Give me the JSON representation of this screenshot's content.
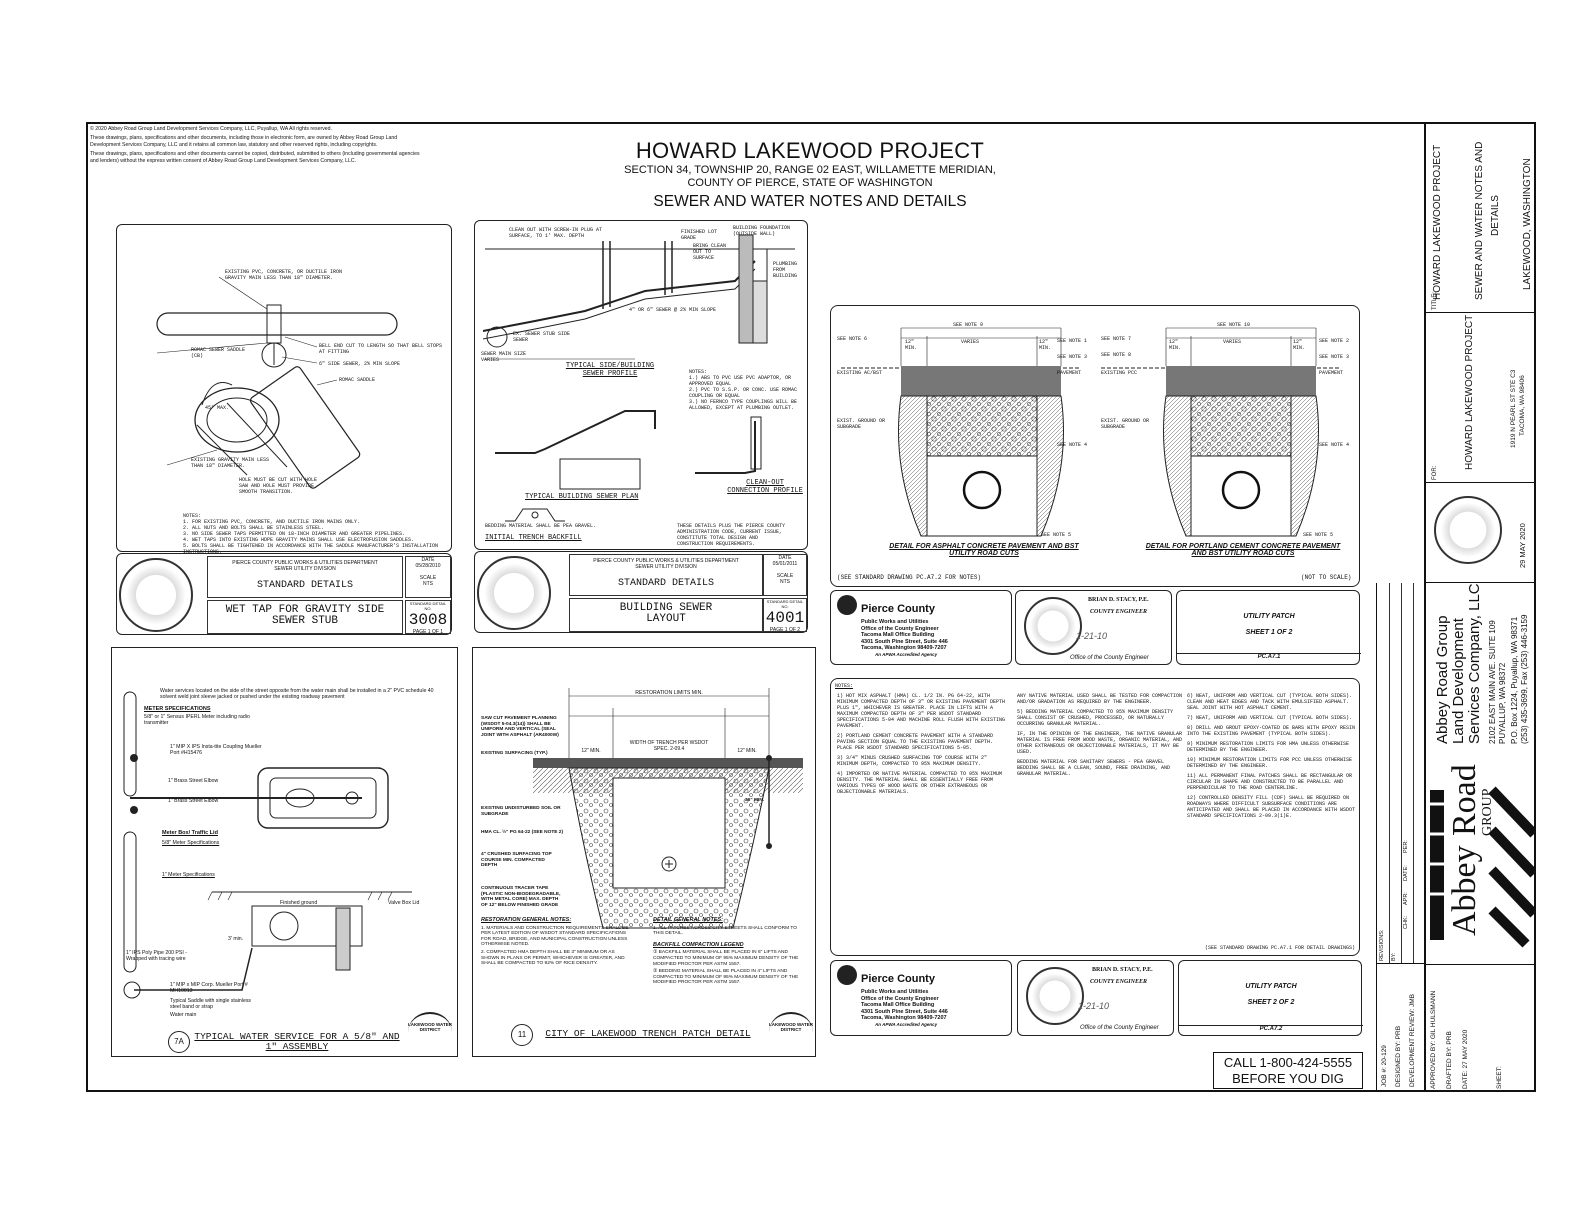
{
  "copyright": {
    "line1": "© 2020 Abbey Road Group Land Development Services Company, LLC, Puyallup, WA All rights reserved.",
    "line2": "These drawings, plans, specifications and other documents, including those in electronic form, are owned by Abbey Road Group Land Development Services Company, LLC and it retains all common law, statutory and other reserved rights, including copyrights.",
    "line3": "These drawings, plans, specifications and other documents cannot be copied, distributed, submitted to others (including governmental agencies and lenders) without the express written consent of Abbey Road Group Land Development Services Company, LLC."
  },
  "header": {
    "project": "HOWARD LAKEWOOD PROJECT",
    "location1": "SECTION 34, TOWNSHIP 20, RANGE 02 EAST, WILLAMETTE MERIDIAN,",
    "location2": "COUNTY OF PIERCE, STATE OF WASHINGTON",
    "sheet_title": "SEWER AND WATER NOTES AND DETAILS"
  },
  "detail_3008": {
    "agency1": "PIERCE COUNTY PUBLIC WORKS & UTILITIES DEPARTMENT",
    "agency2": "SEWER UTILITY DIVISION",
    "heading": "STANDARD DETAILS",
    "title": "WET TAP FOR GRAVITY SIDE SEWER STUB",
    "number": "3008",
    "page": "PAGE 1 OF 1",
    "date_label": "DATE",
    "date": "05/28/2010",
    "scale_label": "SCALE",
    "scale": "NTS",
    "std_label": "STANDARD DETAIL NO.",
    "note1": "EXISTING PVC, CONCRETE, OR DUCTILE IRON GRAVITY MAIN LESS THAN 18\" DIAMETER.",
    "note2": "ROMAC SEWER SADDLE (CB)",
    "note3": "BELL END CUT TO LENGTH SO THAT BELL STOPS AT FITTING",
    "note4": "6\" SIDE SEWER, 2% MIN SLOPE",
    "note5": "ROMAC SADDLE",
    "note6": "45° MAX.",
    "note7": "EXISTING GRAVITY MAIN LESS THAN 18\" DIAMETER.",
    "note8": "HOLE MUST BE CUT WITH HOLE SAW AND HOLE MUST PROVIDE SMOOTH TRANSITION.",
    "notes_heading": "NOTES:",
    "notes": [
      "1. FOR EXISTING PVC, CONCRETE, AND DUCTILE IRON MAINS ONLY.",
      "2. ALL NUTS AND BOLTS SHALL BE STAINLESS STEEL.",
      "3. NO SIDE SEWER TAPS PERMITTED ON 18-INCH DIAMETER AND GREATER PIPELINES.",
      "4. WET TAPS INTO EXISTING HDPE GRAVITY MAINS SHALL USE ELECTROFUSION SADDLES.",
      "5. BOLTS SHALL BE TIGHTENED IN ACCORDANCE WITH THE SADDLE MANUFACTURER'S INSTALLATION INSTRUCTIONS."
    ]
  },
  "detail_4001": {
    "agency1": "PIERCE COUNTY PUBLIC WORKS & UTILITIES DEPARTMENT",
    "agency2": "SEWER UTILITY DIVISION",
    "heading": "STANDARD DETAILS",
    "title": "BUILDING SEWER LAYOUT",
    "number": "4001",
    "page": "PAGE 1 OF 2",
    "date_label": "DATE",
    "date": "05/01/2011",
    "scale_label": "SCALE",
    "scale": "NTS",
    "std_label": "STANDARD DETAIL NO.",
    "profile_title": "TYPICAL SIDE/BUILDING SEWER PROFILE",
    "plan_title": "TYPICAL BUILDING SEWER PLAN",
    "cleanout_title": "CLEAN-OUT CONNECTION PROFILE",
    "backfill_title": "INITIAL TRENCH BACKFILL",
    "backfill_text": "BEDDING MATERIAL SHALL BE PEA GRAVEL.",
    "footer_text": "THESE DETAILS PLUS THE PIERCE COUNTY ADMINISTRATION CODE, CURRENT ISSUE, CONSTITUTE TOTAL DESIGN AND CONSTRUCTION REQUIREMENTS.",
    "lbl_cleanout": "CLEAN OUT WITH SCREW-IN PLUG AT SURFACE, TO 1' MAX. DEPTH",
    "lbl_finished": "FINISHED LOT GRADE",
    "lbl_bring": "BRING CLEAN OUT TO SURFACE",
    "lbl_building": "BUILDING FOUNDATION (OUTSIDE WALL)",
    "lbl_plumbing": "PLUMBING FROM BUILDING",
    "lbl_slope": "4\" OR 6\" SEWER @ 2% MIN SLOPE",
    "lbl_sidesewer": "EX. SEWER STUB SIDE SEWER",
    "lbl_main": "SEWER MAIN SIZE VARIES",
    "notes_heading": "NOTES:",
    "notes": [
      "1.) ABS TO PVC USE PVC ADAPTOR, OR APPROVED EQUAL",
      "2.) PVC TO S.S.P. OR CONC. USE ROMAC COUPLING OR EQUAL",
      "3.) NO FERNCO TYPE COUPLINGS WILL BE ALLOWED, EXCEPT AT PLUMBING OUTLET."
    ]
  },
  "road_cuts": {
    "left_title": "DETAIL FOR ASPHALT CONCRETE PAVEMENT AND BST UTILITY ROAD CUTS",
    "right_title": "DETAIL FOR PORTLAND CEMENT CONCRETE PAVEMENT AND BST UTILITY ROAD CUTS",
    "see_std": "(SEE STANDARD DRAWING PC.A7.2 FOR NOTES)",
    "not_to_scale": "(NOT TO SCALE)",
    "lbl_note9": "SEE NOTE 9",
    "lbl_note10": "SEE NOTE 10",
    "lbl_varies": "VARIES",
    "lbl_12min": "12\" MIN.",
    "lbl_note6": "SEE NOTE 6",
    "lbl_note7": "SEE NOTE 7",
    "lbl_note8": "SEE NOTE 8",
    "lbl_note1": "SEE NOTE 1",
    "lbl_note2": "SEE NOTE 2",
    "lbl_note3": "SEE NOTE 3",
    "lbl_note4": "SEE NOTE 4",
    "lbl_note5": "SEE NOTE 5",
    "lbl_existing_acbst": "EXISTING AC/BST",
    "lbl_existing_pcc": "EXISTING PCC",
    "lbl_pavement": "PAVEMENT",
    "lbl_ground": "EXIST. GROUND OR SUBGRADE"
  },
  "pierce_block_1": {
    "org": "Pierce County",
    "dept1": "Public Works and Utilities",
    "dept2": "Office of the County Engineer",
    "dept3": "Tacoma Mall Office Building",
    "addr1": "4301 South Pine Street, Suite 446",
    "addr2": "Tacoma, Washington 98409-7207",
    "accred": "An APWA Accredited Agency",
    "engineer": "BRIAN D. STACY, P.E.",
    "engineer_title": "COUNTY ENGINEER",
    "office": "Office of the County Engineer",
    "sign_date": "1-21-10",
    "title": "UTILITY PATCH",
    "sheet": "SHEET 1 OF 2",
    "code": "PC.A7.1"
  },
  "pierce_block_2": {
    "org": "Pierce County",
    "dept1": "Public Works and Utilities",
    "dept2": "Office of the County Engineer",
    "dept3": "Tacoma Mall Office Building",
    "addr1": "4301 South Pine Street, Suite 446",
    "addr2": "Tacoma, Washington 98409-7207",
    "accred": "An APWA Accredited Agency",
    "engineer": "BRIAN D. STACY, P.E.",
    "engineer_title": "COUNTY ENGINEER",
    "office": "Office of the County Engineer",
    "sign_date": "1-21-10",
    "title": "UTILITY PATCH",
    "sheet": "SHEET 2 OF 2",
    "code": "PC.A7.2"
  },
  "patch_notes": {
    "heading": "NOTES:",
    "col1": [
      "1) HOT MIX ASPHALT (HMA) CL. 1/2 IN. PG 64-22, WITH MINIMUM COMPACTED DEPTH OF 3\" OR EXISTING PAVEMENT DEPTH PLUS 1\", WHICHEVER IS GREATER. PLACE IN LIFTS WITH A MAXIMUM COMPACTED DEPTH OF 3\" PER WSDOT STANDARD SPECIFICATIONS 5-04 AND MACHINE ROLL FLUSH WITH EXISTING PAVEMENT.",
      "2) PORTLAND CEMENT CONCRETE PAVEMENT WITH A STANDARD PAVING SECTION EQUAL TO THE EXISTING PAVEMENT DEPTH. PLACE PER WSDOT STANDARD SPECIFICATIONS 5-05.",
      "3) 3/4\" MINUS CRUSHED SURFACING TOP COURSE WITH 2\" MINIMUM DEPTH, COMPACTED TO 95% MAXIMUM DENSITY.",
      "4) IMPORTED OR NATIVE MATERIAL COMPACTED TO 95% MAXIMUM DENSITY. THE MATERIAL SHALL BE ESSENTIALLY FREE FROM VARIOUS TYPES OF WOOD WASTE OR OTHER EXTRANEOUS OR OBJECTIONABLE MATERIALS."
    ],
    "col2": [
      "ANY NATIVE MATERIAL USED SHALL BE TESTED FOR COMPACTION AND/OR GRADATION AS REQUIRED BY THE ENGINEER.",
      "5) BEDDING MATERIAL COMPACTED TO 95% MAXIMUM DENSITY SHALL CONSIST OF CRUSHED, PROCESSED, OR NATURALLY OCCURRING GRANULAR MATERIAL.",
      "IF, IN THE OPINION OF THE ENGINEER, THE NATIVE GRANULAR MATERIAL IS FREE FROM WOOD WASTE, ORGANIC MATERIAL, AND OTHER EXTRANEOUS OR OBJECTIONABLE MATERIALS, IT MAY BE USED.",
      "BEDDING MATERIAL FOR SANITARY SEWERS - PEA GRAVEL BEDDING SHALL BE A CLEAN, SOUND, FREE DRAINING, AND GRANULAR MATERIAL."
    ],
    "col3": [
      "6) NEAT, UNIFORM AND VERTICAL CUT (TYPICAL BOTH SIDES). CLEAN AND HEAT EDGES AND TACK WITH EMULSIFIED ASPHALT. SEAL JOINT WITH HOT ASPHALT CEMENT.",
      "7) NEAT, UNIFORM AND VERTICAL CUT (TYPICAL BOTH SIDES).",
      "8) DRILL AND GROUT EPOXY-COATED DE BARS WITH EPOXY RESIN INTO THE EXISTING PAVEMENT (TYPICAL BOTH SIDES).",
      "9) MINIMUM RESTORATION LIMITS FOR HMA UNLESS OTHERWISE DETERMINED BY THE ENGINEER.",
      "10) MINIMUM RESTORATION LIMITS FOR PCC UNLESS OTHERWISE DETERMINED BY THE ENGINEER.",
      "11) ALL PERMANENT FINAL PATCHES SHALL BE RECTANGULAR OR CIRCULAR IN SHAPE AND CONSTRUCTED TO BE PARALLEL AND PERPENDICULAR TO THE ROAD CENTERLINE.",
      "12) CONTROLLED DENSITY FILL (CDF) SHALL BE REQUIRED ON ROADWAYS WHERE DIFFICULT SUBSURFACE CONDITIONS ARE ANTICIPATED AND SHALL BE PLACED IN ACCORDANCE WITH WSDOT STANDARD SPECIFICATIONS 2-09.3(1)E."
    ],
    "see_std": "(SEE STANDARD DRAWING PC.A7.1 FOR DETAIL DRAWINGS)"
  },
  "water_service": {
    "number": "7A",
    "title": "TYPICAL WATER SERVICE FOR A 5/8\" AND 1\" ASSEMBLY",
    "intro": "Water services located on the side of the street opposite from the water main shall be installed in a 2\" PVC schedule 40 solvent weld joint sleeve jacked or pushed under the existing roadway pavement",
    "meter_heading": "METER SPECIFICATIONS",
    "meter_text": "5/8\" or 1\" Sensus IPERL Meter including radio transmitter",
    "lbl_setter": "1\" MIP X IPS Insta-tite Coupling Mueller Port #H15476",
    "lbl_elbow1": "1\" Brass Street Elbow",
    "lbl_elbow2": "1\" Brass Street Elbow",
    "lbl_box_heading": "Meter Box/ Traffic Lid",
    "lbl_58": "5/8\" Meter Specifications",
    "lbl_1in": "1\" Meter Specifications",
    "lbl_polypipe": "1\" IPS Poly Pipe 200 PSI - Wrapped with tracing wire",
    "lbl_corp": "1\" MIP x MIP Corp. Mueller Port # MH10013",
    "lbl_saddle": "Typical Saddle with single stainless steel band or strap",
    "lbl_watermain": "Water main",
    "lbl_finished": "Finished ground",
    "lbl_valvebox": "Valve Box Lid",
    "lbl_3min": "3' min.",
    "district": "LAKEWOOD WATER DISTRICT"
  },
  "trench_patch": {
    "number": "11",
    "title": "CITY OF LAKEWOOD TRENCH PATCH DETAIL",
    "lbl_restoration": "RESTORATION LIMITS MIN.",
    "lbl_width": "WIDTH OF TRENCH PER WSDOT SPEC. 2-09.4",
    "lbl_12min": "12\" MIN.",
    "lbl_sawcut": "SAW CUT PAVEMENT PLANNING (WSDOT 5-04.3(14)) SHALL BE UNIFORM AND VERTICAL (SEAL JOINT WITH ASPHALT (AR4000W)",
    "lbl_surfacing": "EXISTING SURFACING (TYP.)",
    "lbl_subgrade": "EXISTING UNDISTURBED SOIL OR SUBGRADE",
    "lbl_hma": "HMA CL. ½\" PG 64-22 (SEE NOTE 2)",
    "lbl_crushed": "4\" CRUSHED SURFACING TOP COURSE MIN. COMPACTED DEPTH",
    "lbl_tape": "CONTINUOUS TRACER TAPE (PLASTIC NON-BIODEGRADABLE, WITH METAL CORE) MAX. DEPTH OF 12\" BELOW FINISHED GRADE",
    "lbl_36min": "36\" MIN.",
    "rest_heading": "RESTORATION GENERAL NOTES:",
    "rest_notes": [
      "1. MATERIALS AND CONSTRUCTION REQUIREMENTS SHALL BE PER LATEST EDITION OF WSDOT STANDARD SPECIFICATIONS FOR ROAD, BRIDGE, AND MUNICIPAL CONSTRUCTION UNLESS OTHERWISE NOTED.",
      "2. COMPACTED HMA DEPTH SHALL BE 3\" MINIMUM OR AS SHOWN IN PLANS OR PERMIT, WHICHEVER IS GREATER, AND SHALL BE COMPACTED TO 92% OF RICE DENSITY."
    ],
    "detail_heading": "DETAIL GENERAL NOTES:",
    "detail_notes": [
      "1. ALL PATCHES ACROSS CITY STREETS SHALL CONFORM TO THIS DETAIL."
    ],
    "backfill_heading": "BACKFILL COMPACTION LEGEND",
    "backfill_notes": [
      "① BACKFILL MATERIAL SHALL BE PLACED IN 6\" LIFTS AND COMPACTED TO MINIMUM OF 95% MAXIMUM DENSITY OF THE MODIFIED PROCTOR PER ASTM 1557.",
      "② BEDDING MATERIAL SHALL BE PLACED IN 4\" LIFTS AND COMPACTED TO MINIMUM OF 95% MAXIMUM DENSITY OF THE MODIFIED PROCTOR PER ASTM 1557."
    ],
    "district": "LAKEWOOD WATER DISTRICT"
  },
  "call_box": {
    "line1": "CALL 1-800-424-5555",
    "line2": "BEFORE YOU DIG"
  },
  "title_block": {
    "title_label": "TITLE:",
    "title1": "HOWARD LAKEWOOD PROJECT",
    "title2": "SEWER AND WATER NOTES AND",
    "title3": "DETAILS",
    "title4": "LAKEWOOD, WASHINGTON",
    "for_label": "FOR:",
    "for1": "HOWARD LAKEWOOD PROJECT",
    "for2": "1919 N PEARL ST STE C3",
    "for3": "TACOMA, WA 98406",
    "seal_date": "29 MAY 2020",
    "company1": "Abbey Road Group",
    "company2": "Land Development",
    "company3": "Services Company, LLC",
    "addr1": "2102 EAST MAIN AVE. SUITE 109",
    "addr2": "PUYALLUP, WA 98372",
    "addr3": "P.O. Box 1224, Puyallup, WA 98371",
    "addr4": "(253) 435-3699, Fax (253) 446-3159",
    "logo1": "Abbey",
    "logo2": "Road",
    "logo3": "GROUP",
    "revisions_label": "REVISIONS:",
    "by_label": "BY:",
    "rev_cols": [
      "CHK:",
      "APR:",
      "DATE:",
      "PER:"
    ],
    "job_label": "JOB #:",
    "job": "20-129",
    "designed_label": "DESIGNED BY:",
    "designed": "PRB",
    "devrev_label": "DEVELOPMENT REVIEW:",
    "devrev": "JMB",
    "approved_label": "APPROVED BY:",
    "approved": "GIL HULSMANN",
    "drafted_label": "DRAFTED BY:",
    "drafted": "PRB",
    "date_label": "DATE:",
    "date": "27 MAY 2020",
    "sheet_label": "SHEET:"
  }
}
